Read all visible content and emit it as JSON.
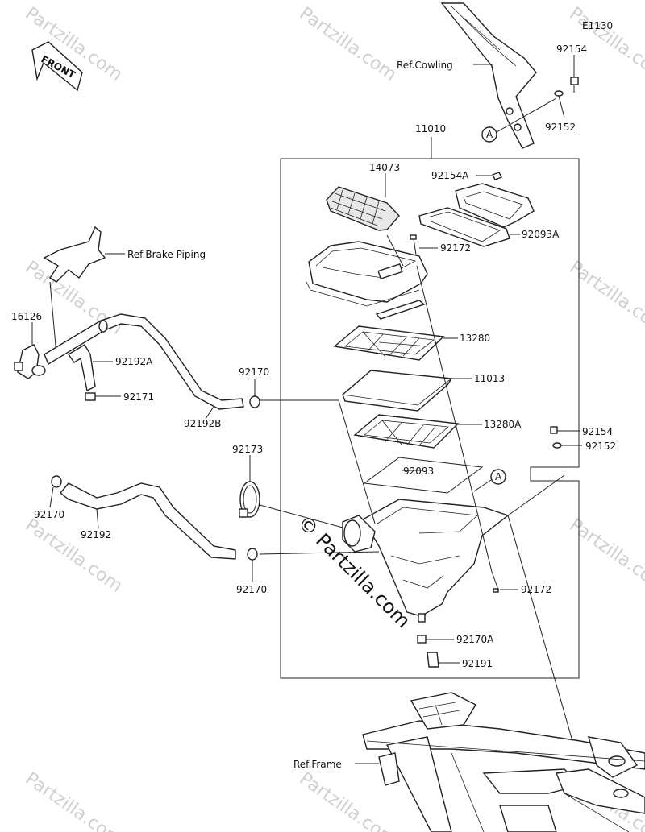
{
  "diagram_code": "E1130",
  "front_label": "FRONT",
  "refs": {
    "cowling": "Ref.Cowling",
    "brake_piping": "Ref.Brake Piping",
    "frame": "Ref.Frame"
  },
  "parts": {
    "p92154_top": "92154",
    "p92152_top": "92152",
    "p11010": "11010",
    "p14073": "14073",
    "p92154A": "92154A",
    "p92093A": "92093A",
    "p92172_top": "92172",
    "p13280": "13280",
    "p11013": "11013",
    "p13280A": "13280A",
    "p92154_mid": "92154",
    "p92152_mid": "92152",
    "p92093": "92093",
    "p92172_bot": "92172",
    "p92170A": "92170A",
    "p92191": "92191",
    "p16126": "16126",
    "p92192A": "92192A",
    "p92171": "92171",
    "p92192B": "92192B",
    "p92170_upper": "92170",
    "p92173": "92173",
    "p92170_left": "92170",
    "p92192": "92192",
    "p92170_lower": "92170"
  },
  "callout_a": "A",
  "watermark": {
    "brand": "Partzilla.com",
    "copyright": "© Partzilla.com"
  }
}
